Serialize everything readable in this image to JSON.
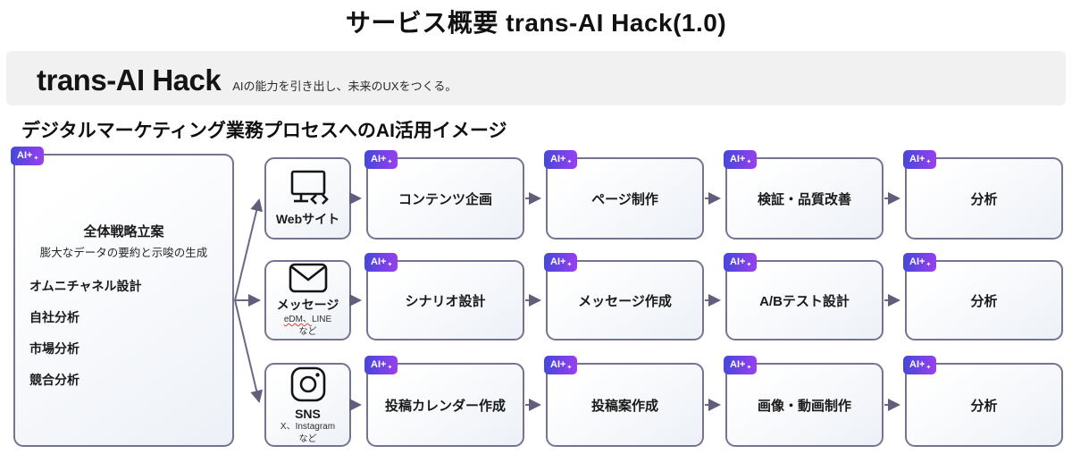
{
  "page_title": "サービス概要 trans-AI Hack(1.0)",
  "brand": {
    "name": "trans-AI Hack",
    "tagline": "AIの能力を引き出し、未来のUXをつくる。"
  },
  "section_title": "デジタルマーケティング業務プロセスへのAI活用イメージ",
  "badge": {
    "label": "AI+",
    "sparkle": "✦"
  },
  "colors": {
    "badge_gradient_start": "#4348d9",
    "badge_gradient_end": "#9a3ff0",
    "box_border": "#767390",
    "arrow": "#6b6886",
    "band_bg": "#f1f1f2"
  },
  "strategy_box": {
    "title": "全体戦略立案",
    "subtitle": "膨大なデータの要約と示唆の生成",
    "items": [
      "オムニチャネル設計",
      "自社分析",
      "市場分析",
      "競合分析"
    ]
  },
  "channels": [
    {
      "label": "Webサイト",
      "icon": "monitor-code-icon"
    },
    {
      "label": "メッセージ",
      "icon": "envelope-icon",
      "sub_marked": "eDM、",
      "sub_rest": "LINE",
      "sub2": "など"
    },
    {
      "label": "SNS",
      "icon": "camera-icon",
      "sub1": "X、Instagram",
      "sub2": "など"
    }
  ],
  "rows": [
    {
      "steps": [
        "コンテンツ企画",
        "ページ制作",
        "検証・品質改善",
        "分析"
      ]
    },
    {
      "steps": [
        "シナリオ設計",
        "メッセージ作成",
        "A/Bテスト設計",
        "分析"
      ]
    },
    {
      "steps": [
        "投稿カレンダー作成",
        "投稿案作成",
        "画像・動画制作",
        "分析"
      ]
    }
  ]
}
